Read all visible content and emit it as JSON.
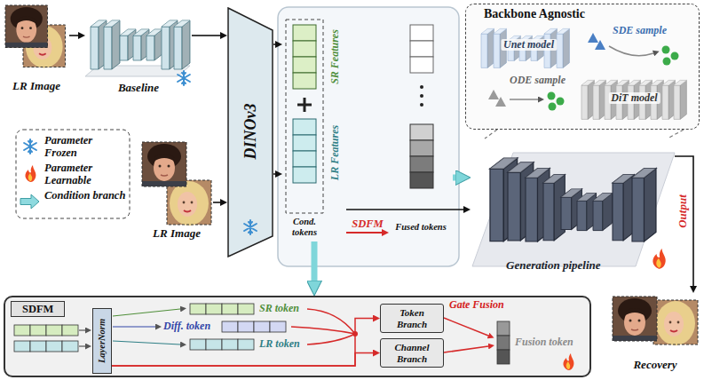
{
  "diagram": {
    "nodes": [
      {
        "text": [
          "LR Image"
        ]
      },
      {
        "text": [
          "Baseline"
        ]
      },
      {
        "text": [
          "LR Image"
        ]
      },
      {
        "text": [
          "DINOv3"
        ]
      },
      {
        "text": [
          "SR Features",
          "LR Features",
          "Cond. tokens"
        ]
      },
      {
        "text": [
          "Fused tokens"
        ]
      },
      {
        "text": [
          "Backbone Agnostic"
        ]
      },
      {
        "text": [
          "Unet model"
        ],
        "in": 6
      },
      {
        "text": [
          "DiT model"
        ],
        "in": 6
      },
      {
        "text": [
          "Generation pipeline"
        ]
      },
      {
        "text": [
          "Recovery"
        ]
      },
      {
        "text": [
          "SDFM"
        ]
      },
      {
        "text": [
          "LayerNorm"
        ],
        "in": 11
      },
      {
        "text": [
          "Token Branch"
        ],
        "in": 11
      },
      {
        "text": [
          "Channel Branch"
        ],
        "in": 11
      }
    ],
    "edges": [
      {
        "from": 0,
        "to": 1,
        "arrow": "to"
      },
      {
        "from": 1,
        "to": 3,
        "arrow": "to"
      },
      {
        "from": 2,
        "to": 3,
        "arrow": "to"
      },
      {
        "from": 3,
        "to": 4,
        "arrow": "to"
      },
      {
        "from": 3,
        "to": 4,
        "arrow": "to"
      },
      {
        "from": 4,
        "to": 5,
        "label": "SDFM",
        "arrow": "to"
      },
      {
        "from": 5,
        "to": 9,
        "arrow": "to"
      },
      {
        "from": 4,
        "to": 9,
        "arrow": "to"
      },
      {
        "from": 6,
        "to": 9,
        "arrow": "none"
      },
      {
        "from": 9,
        "to": 10,
        "label": "Output",
        "arrow": "to"
      },
      {
        "from": 4,
        "to": 11,
        "arrow": "to"
      },
      {
        "from": 12,
        "to": 13,
        "arrow": "to"
      },
      {
        "from": 12,
        "to": 14,
        "arrow": "to"
      }
    ],
    "labels": [
      "SDE sample",
      "ODE sample",
      "Diff. token",
      "SR token",
      "LR token",
      "Gate Fusion",
      "Fusion token"
    ],
    "legend": [
      {
        "text": "Parameter Frozen"
      },
      {
        "text": "Parameter Learnable"
      },
      {
        "text": "Condition branch"
      }
    ]
  }
}
